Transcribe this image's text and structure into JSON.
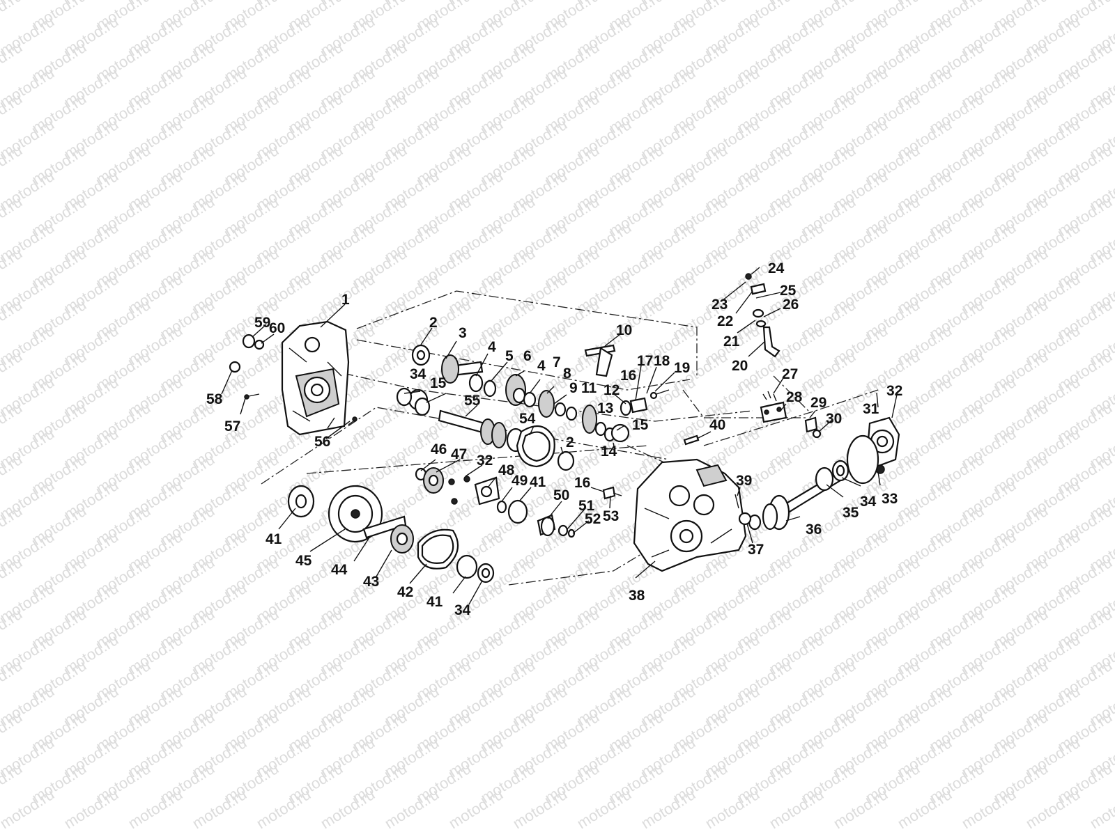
{
  "watermark": "motod.ru",
  "labels": [
    "1",
    "2",
    "3",
    "4",
    "5",
    "6",
    "4",
    "7",
    "8",
    "9",
    "11",
    "12",
    "13",
    "14",
    "15",
    "2",
    "10",
    "16",
    "17",
    "18",
    "19",
    "20",
    "21",
    "22",
    "22",
    "23",
    "24",
    "25",
    "26",
    "27",
    "28",
    "29",
    "30",
    "31",
    "32",
    "33",
    "34",
    "35",
    "36",
    "37",
    "38",
    "39",
    "40",
    "16",
    "53",
    "41",
    "50",
    "51",
    "52",
    "49",
    "48",
    "32",
    "47",
    "46",
    "41",
    "45",
    "44",
    "43",
    "42",
    "41",
    "34",
    "34",
    "15",
    "55",
    "54",
    "56",
    "57",
    "58",
    "59",
    "60"
  ],
  "colors": {
    "ink": "#111111",
    "watermark": "#dcdcdc",
    "background": "#ffffff"
  }
}
